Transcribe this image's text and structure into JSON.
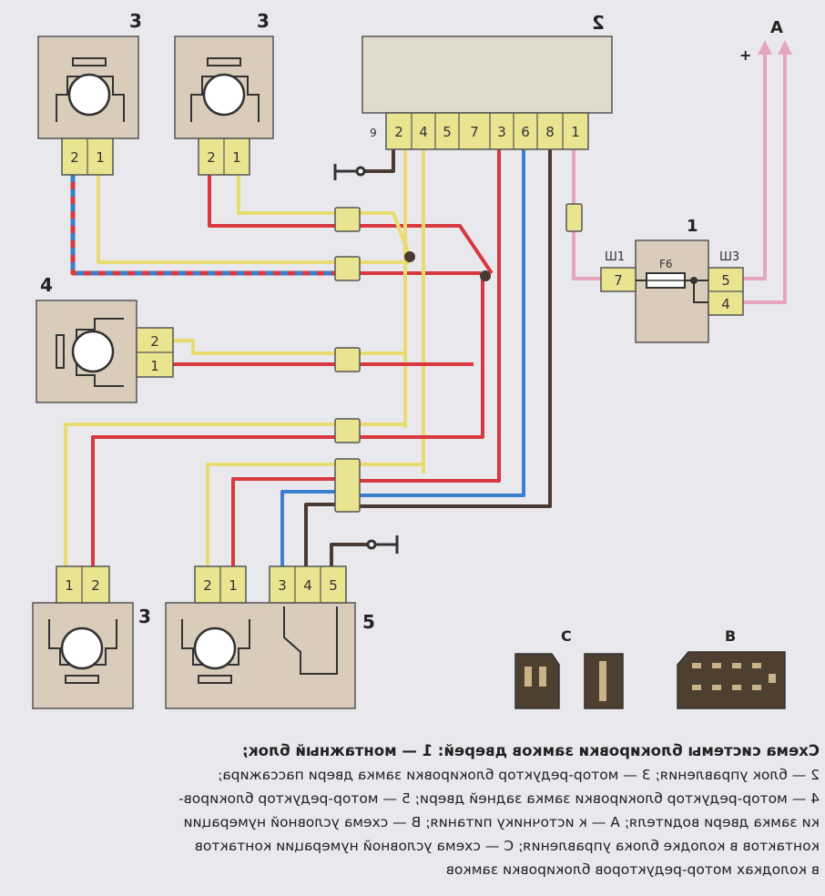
{
  "labels": {
    "front_left_motor": "3",
    "front_right_motor": "3",
    "control_unit": "2",
    "mounting_block": "1",
    "driver_motor": "4",
    "rear_left_motor": "3",
    "rear_right_motor": "5",
    "power_source": "A",
    "connector_b": "B",
    "connector_c": "C",
    "plus_sign": "+",
    "sh1": "Ш1",
    "sh3": "Ш3",
    "fuse": "F6"
  },
  "pins": {
    "control_unit": [
      "9",
      "2",
      "4",
      "5",
      "7",
      "3",
      "6",
      "8",
      "1"
    ],
    "motor_front_left": [
      "2",
      "1"
    ],
    "motor_front_right": [
      "2",
      "1"
    ],
    "motor_driver": [
      "2",
      "1"
    ],
    "motor_rear_left": [
      "1",
      "2"
    ],
    "motor_rear_right": [
      "2",
      "1"
    ],
    "switch_block": [
      "3",
      "4",
      "5"
    ],
    "mounting_sh1": "7",
    "mounting_sh3": [
      "5",
      "4"
    ]
  },
  "wire_colors": {
    "red": "#d8383e",
    "yellow": "#e8dc70",
    "blue": "#3a7fd0",
    "brown": "#4a3a32",
    "pink": "#e5a6bd",
    "connector_yellow": "#e9e48f",
    "box_fill": "#d9ccba"
  },
  "caption": {
    "line1": "Схема системы блокировки замков дверей: 1 — монтажный блок;",
    "line2": "2 — блок управления; 3 — мотор-редуктор блокировки замка двери пассажира;",
    "line3": "4 — мотор-редуктор блокировки замка задней двери; 5 — мотор-редуктор блокиров-",
    "line4": "ки замка двери водителя; A — к источнику питания; B — схема условной нумерации",
    "line5": "контактов в колодке блока управления; C — схема условной нумерации контактов",
    "line6": "в колодках мотор-редукторов блокировки замков"
  }
}
